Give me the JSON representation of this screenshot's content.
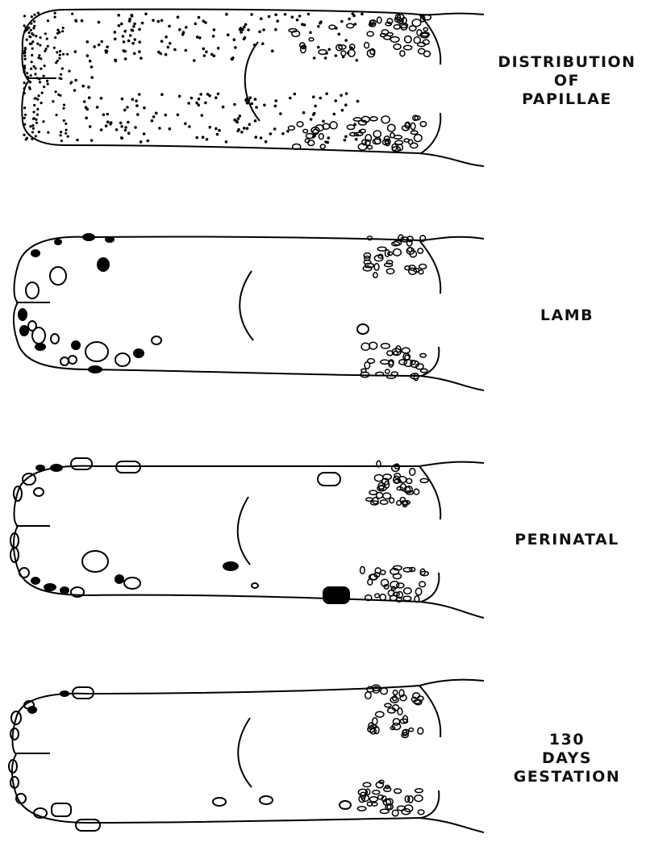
{
  "figure": {
    "panels": [
      {
        "id": "distribution",
        "label_lines": [
          "DISTRIBUTION",
          "OF",
          "PAPILLAE"
        ]
      },
      {
        "id": "lamb",
        "label_lines": [
          "LAMB"
        ]
      },
      {
        "id": "perinatal",
        "label_lines": [
          "PERINATAL"
        ]
      },
      {
        "id": "gestation",
        "label_lines": [
          "130",
          "DAYS",
          "GESTATION"
        ]
      }
    ]
  }
}
